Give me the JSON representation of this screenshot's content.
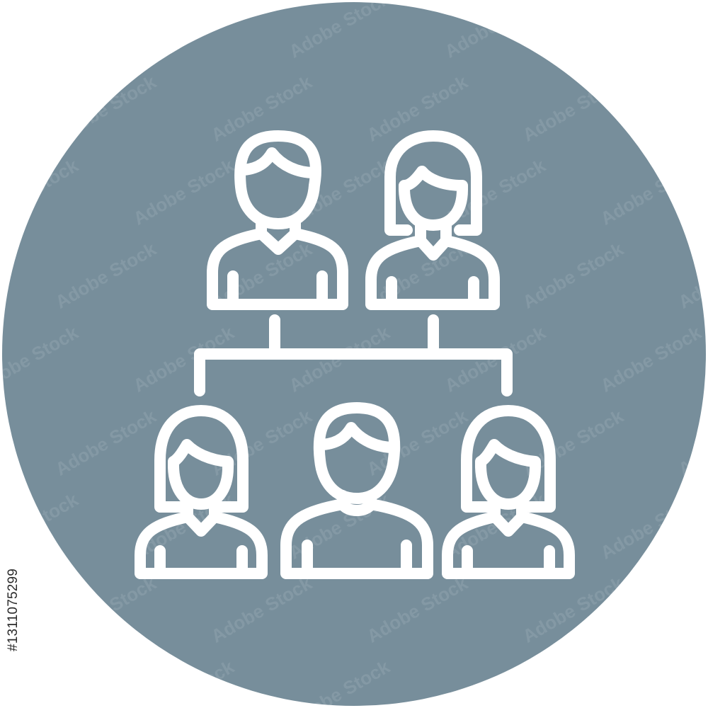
{
  "colors": {
    "background": "#ffffff",
    "circle": "#778e9b",
    "stroke": "#ffffff"
  },
  "icon": {
    "name": "team-hierarchy-icon",
    "top_row": [
      "man",
      "woman"
    ],
    "bottom_row": [
      "woman",
      "man",
      "woman"
    ]
  },
  "watermark": {
    "text": "Adobe Stock",
    "stock_id": "#1311075299"
  }
}
